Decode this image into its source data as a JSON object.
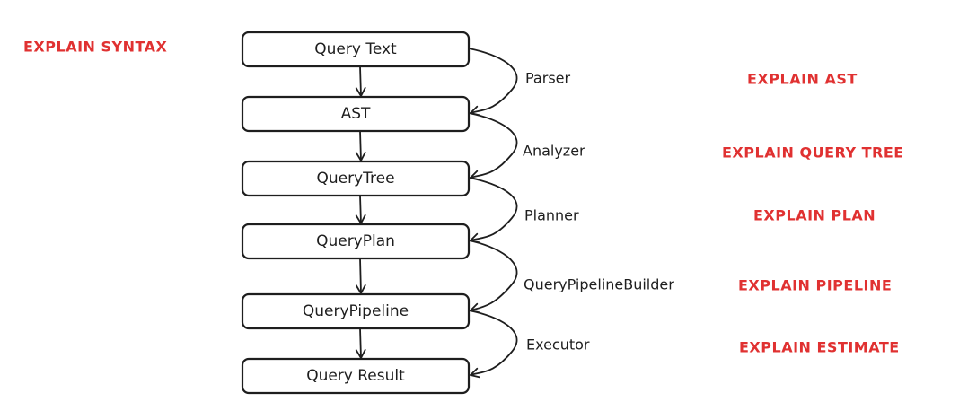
{
  "colors": {
    "stroke": "#1e1e1e",
    "explain": "#e03131",
    "background": "#ffffff"
  },
  "explain_syntax": "EXPLAIN SYNTAX",
  "nodes": [
    "Query Text",
    "AST",
    "QueryTree",
    "QueryPlan",
    "QueryPipeline",
    "Query Result"
  ],
  "stages": [
    {
      "name": "Parser",
      "explain": "EXPLAIN AST"
    },
    {
      "name": "Analyzer",
      "explain": "EXPLAIN QUERY TREE"
    },
    {
      "name": "Planner",
      "explain": "EXPLAIN PLAN"
    },
    {
      "name": "QueryPipelineBuilder",
      "explain": "EXPLAIN PIPELINE"
    },
    {
      "name": "Executor",
      "explain": "EXPLAIN ESTIMATE"
    }
  ]
}
